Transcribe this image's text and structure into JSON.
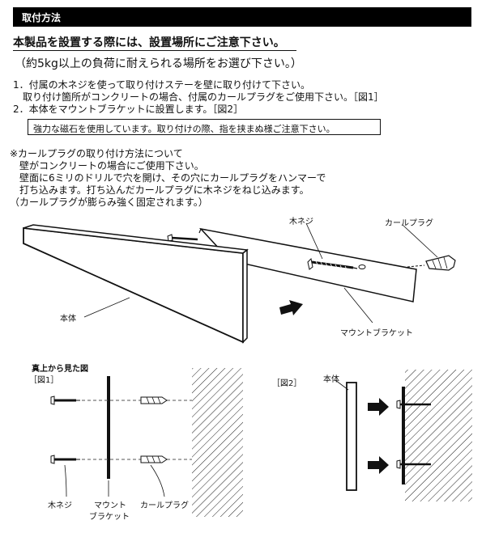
{
  "section": {
    "title": "取付方法"
  },
  "intro": {
    "main": "本製品を設置する際には、設置場所にご注意下さい。",
    "sub": "（約5kg以上の負荷に耐えられる場所をお選び下さい。）"
  },
  "steps": [
    "1．付属の木ネジを使って取り付けステーを壁に取り付けて下さい。",
    "　取り付け箇所がコンクリートの場合、付属のカールプラグをご使用下さい。［図1］",
    "2．本体をマウントブラケットに設置します。［図2］"
  ],
  "caution": "強力な磁石を使用しています。取り付けの際、指を挟まぬ様ご注意下さい。",
  "plug_note": [
    "※カールプラグの取り付け方法について",
    "　壁がコンクリートの場合にご使用下さい。",
    "　壁面に6ミリのドリルで穴を開け、その穴にカールプラグをハンマーで",
    "　打ち込みます。打ち込んだカールプラグに木ネジをねじ込みます。",
    "（カールプラグが膨らみ強く固定されます。）"
  ],
  "illustration_labels": {
    "body": "本体",
    "screw": "木ネジ",
    "plug": "カールプラグ",
    "bracket": "マウントブラケット"
  },
  "fig1": {
    "heading": "真上から見た図",
    "caption": "［図1］",
    "screw": "木ネジ",
    "bracket_line1": "マウント",
    "bracket_line2": "ブラケット",
    "plug": "カールプラグ"
  },
  "fig2": {
    "caption": "［図2］",
    "body": "本体"
  }
}
